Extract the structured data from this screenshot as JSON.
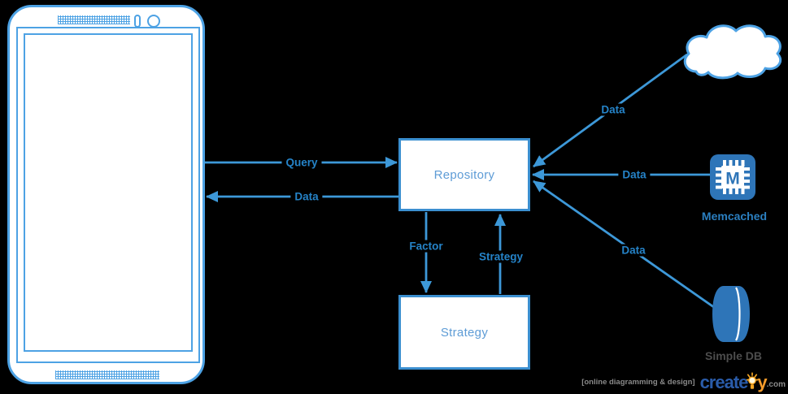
{
  "diagram": {
    "background": "#000000",
    "connector_color": "#3d98d8",
    "box_border_color": "#3b8fd0",
    "phone_outline_color": "#4da2e4",
    "icon_fill_color": "#2e75b8"
  },
  "nodes": {
    "phone": {
      "type": "smartphone-frame"
    },
    "repository": {
      "label": "Repository"
    },
    "strategy": {
      "label": "Strategy"
    },
    "cloud": {
      "type": "cloud"
    },
    "memcached": {
      "label": "Memcached",
      "chip_letter": "M"
    },
    "simpledb": {
      "label": "Simple DB"
    }
  },
  "edges": [
    {
      "label": "Query",
      "from": "phone",
      "to": "repository"
    },
    {
      "label": "Data",
      "from": "repository",
      "to": "phone"
    },
    {
      "label": "Factor",
      "from": "repository",
      "to": "strategy"
    },
    {
      "label": "Strategy",
      "from": "strategy",
      "to": "repository"
    },
    {
      "label": "Data",
      "from": "cloud",
      "to": "repository"
    },
    {
      "label": "Data",
      "from": "memcached",
      "to": "repository"
    },
    {
      "label": "Data",
      "from": "simpledb",
      "to": "repository"
    }
  ],
  "watermark": {
    "tagline": "[online diagramming & design]",
    "brand_head": "creat",
    "brand_mid": "e",
    "brand_tail": "y",
    "brand_domain": ".com"
  }
}
